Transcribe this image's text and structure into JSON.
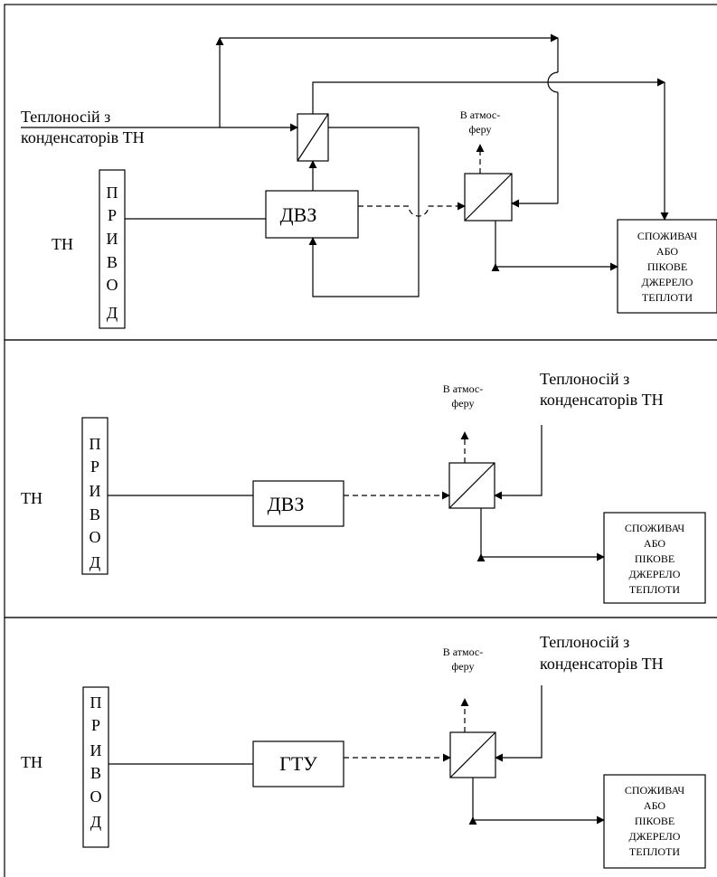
{
  "panels": [
    {
      "th_label": "ТН",
      "drive_letters": [
        "П",
        "Р",
        "И",
        "В",
        "О",
        "Д"
      ],
      "engine_label": "ДВЗ",
      "heat_source": [
        "Теплоносій з",
        "конденсаторів ТН"
      ],
      "atmosphere": [
        "В атмос-",
        "феру"
      ],
      "consumer": [
        "СПОЖИВАЧ",
        "АБО",
        "ПІКОВЕ",
        "ДЖЕРЕЛО",
        "ТЕПЛОТИ"
      ]
    },
    {
      "th_label": "ТН",
      "drive_letters": [
        "П",
        "Р",
        "И",
        "В",
        "О",
        "Д"
      ],
      "engine_label": "ДВЗ",
      "heat_source": [
        "Теплоносій з",
        "конденсаторів ТН"
      ],
      "atmosphere": [
        "В атмос-",
        "феру"
      ],
      "consumer": [
        "СПОЖИВАЧ",
        "АБО",
        "ПІКОВЕ",
        "ДЖЕРЕЛО",
        "ТЕПЛОТИ"
      ]
    },
    {
      "th_label": "ТН",
      "drive_letters": [
        "П",
        "Р",
        "И",
        "В",
        "О",
        "Д"
      ],
      "engine_label": "ГТУ",
      "heat_source": [
        "Теплоносій з",
        "конденсаторів ТН"
      ],
      "atmosphere": [
        "В атмос-",
        "феру"
      ],
      "consumer": [
        "СПОЖИВАЧ",
        "АБО",
        "ПІКОВЕ",
        "ДЖЕРЕЛО",
        "ТЕПЛОТИ"
      ]
    }
  ]
}
